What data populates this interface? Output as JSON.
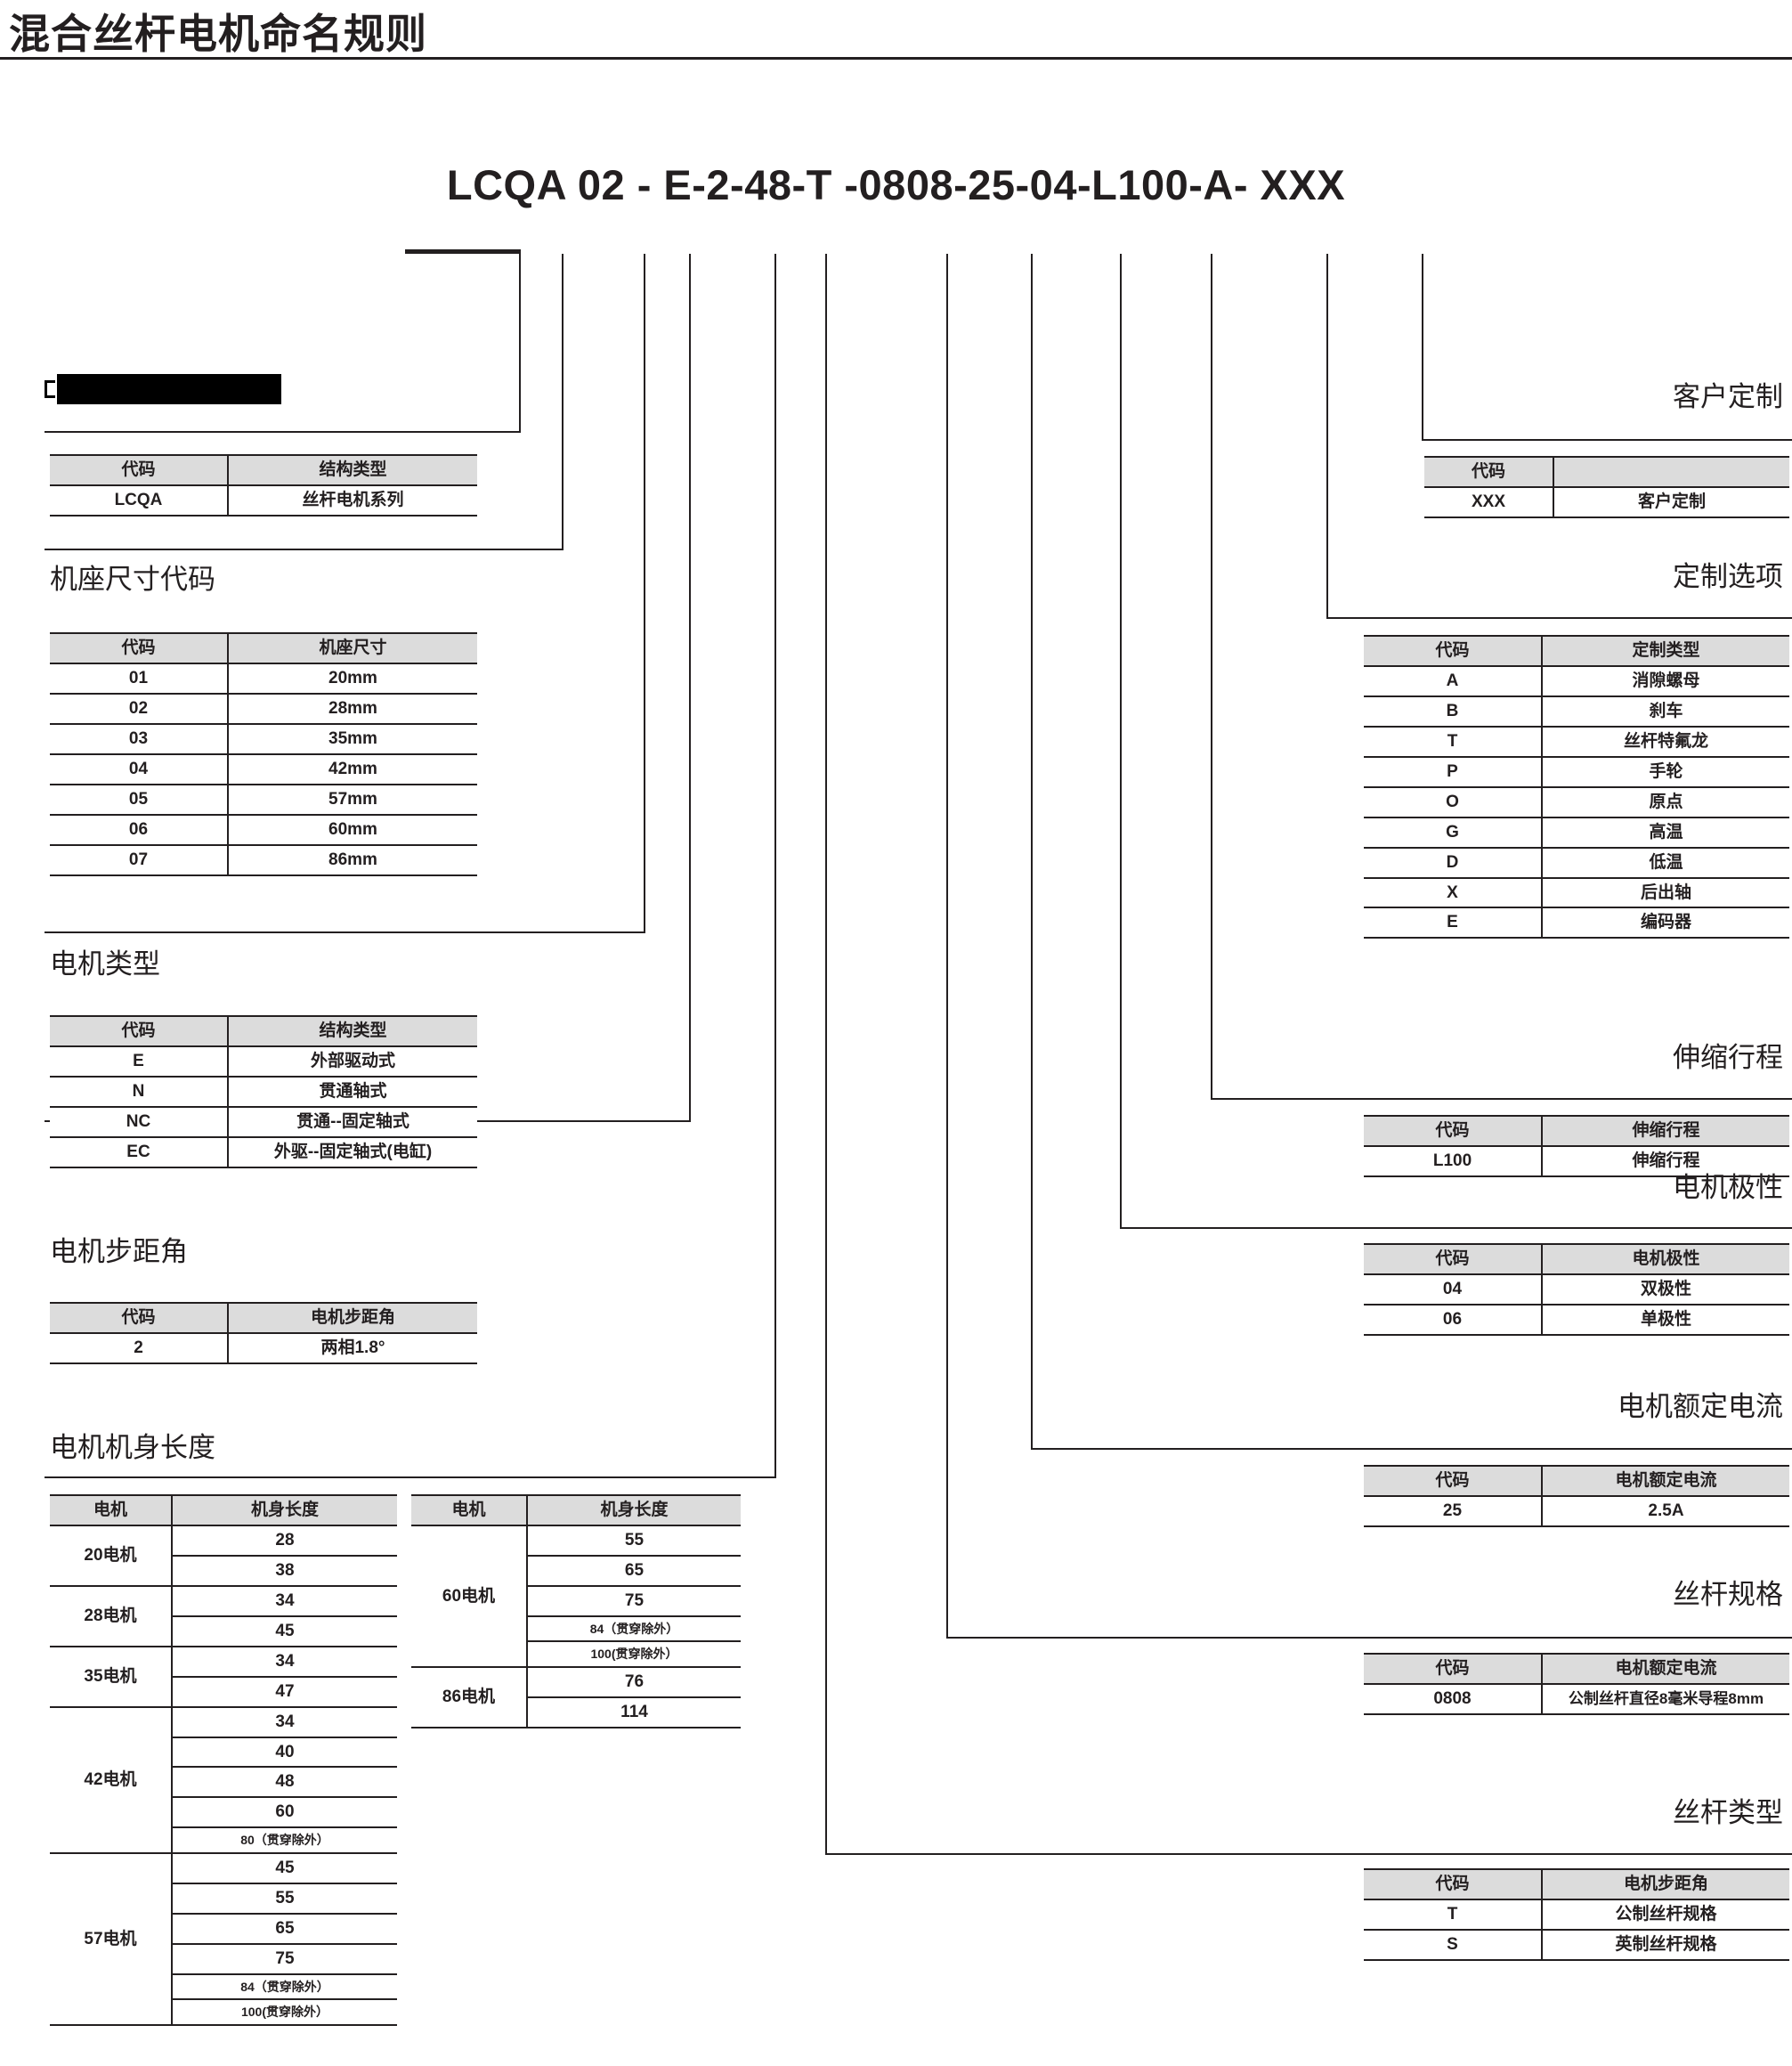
{
  "header": {
    "title": "混合丝杆电机命名规则"
  },
  "model_code": "LCQA 02 - E-2-48-T -0808-25-04-L100-A- XXX",
  "common": {
    "code_header": "代码",
    "redacted_label": ""
  },
  "left_sections": [
    {
      "id": "series",
      "heading": "",
      "headers": [
        "代码",
        "结构类型"
      ],
      "rows": [
        [
          "LCQA",
          "丝杆电机系列"
        ]
      ]
    },
    {
      "id": "frame-size",
      "heading": "机座尺寸代码",
      "headers": [
        "代码",
        "机座尺寸"
      ],
      "rows": [
        [
          "01",
          "20mm"
        ],
        [
          "02",
          "28mm"
        ],
        [
          "03",
          "35mm"
        ],
        [
          "04",
          "42mm"
        ],
        [
          "05",
          "57mm"
        ],
        [
          "06",
          "60mm"
        ],
        [
          "07",
          "86mm"
        ]
      ]
    },
    {
      "id": "motor-type",
      "heading": "电机类型",
      "headers": [
        "代码",
        "结构类型"
      ],
      "rows": [
        [
          "E",
          "外部驱动式"
        ],
        [
          "N",
          "贯通轴式"
        ],
        [
          "NC",
          "贯通--固定轴式"
        ],
        [
          "EC",
          "外驱--固定轴式(电缸)"
        ]
      ]
    },
    {
      "id": "step-angle",
      "heading": "电机步距角",
      "headers": [
        "代码",
        "电机步距角"
      ],
      "rows": [
        [
          "2",
          "两相1.8°"
        ]
      ]
    }
  ],
  "body_length": {
    "heading": "电机机身长度",
    "headers": [
      "电机",
      "机身长度"
    ],
    "table_a": [
      {
        "motor": "20电机",
        "lengths": [
          "28",
          "38"
        ]
      },
      {
        "motor": "28电机",
        "lengths": [
          "34",
          "45"
        ]
      },
      {
        "motor": "35电机",
        "lengths": [
          "34",
          "47"
        ]
      },
      {
        "motor": "42电机",
        "lengths": [
          "34",
          "40",
          "48",
          "60",
          "80（贯穿除外）"
        ]
      },
      {
        "motor": "57电机",
        "lengths": [
          "45",
          "55",
          "65",
          "75",
          "84（贯穿除外）",
          "100(贯穿除外）"
        ]
      }
    ],
    "table_b": [
      {
        "motor": "60电机",
        "lengths": [
          "55",
          "65",
          "75",
          "84（贯穿除外）",
          "100(贯穿除外）"
        ]
      },
      {
        "motor": "86电机",
        "lengths": [
          "76",
          "114"
        ]
      }
    ]
  },
  "right_sections": [
    {
      "id": "customer-custom",
      "heading": "客户定制",
      "headers": [
        "代码",
        ""
      ],
      "rows": [
        [
          "XXX",
          "客户定制"
        ]
      ]
    },
    {
      "id": "custom-options",
      "heading": "定制选项",
      "headers": [
        "代码",
        "定制类型"
      ],
      "rows": [
        [
          "A",
          "消隙螺母"
        ],
        [
          "B",
          "刹车"
        ],
        [
          "T",
          "丝杆特氟龙"
        ],
        [
          "P",
          "手轮"
        ],
        [
          "O",
          "原点"
        ],
        [
          "G",
          "高温"
        ],
        [
          "D",
          "低温"
        ],
        [
          "X",
          "后出轴"
        ],
        [
          "E",
          "编码器"
        ]
      ]
    },
    {
      "id": "stroke",
      "heading": "伸缩行程",
      "headers": [
        "代码",
        "伸缩行程"
      ],
      "rows": [
        [
          "L100",
          "伸缩行程"
        ]
      ]
    },
    {
      "id": "polarity",
      "heading": "电机极性",
      "headers": [
        "代码",
        "电机极性"
      ],
      "rows": [
        [
          "04",
          "双极性"
        ],
        [
          "06",
          "单极性"
        ]
      ]
    },
    {
      "id": "rated-current",
      "heading": "电机额定电流",
      "headers": [
        "代码",
        "电机额定电流"
      ],
      "rows": [
        [
          "25",
          "2.5A"
        ]
      ]
    },
    {
      "id": "screw-spec",
      "heading": "丝杆规格",
      "headers": [
        "代码",
        "电机额定电流"
      ],
      "rows": [
        [
          "0808",
          "公制丝杆直径8毫米导程8mm"
        ]
      ]
    },
    {
      "id": "screw-type",
      "heading": "丝杆类型",
      "headers": [
        "代码",
        "电机步距角"
      ],
      "rows": [
        [
          "T",
          "公制丝杆规格"
        ],
        [
          "S",
          "英制丝杆规格"
        ]
      ]
    }
  ],
  "colors": {
    "ink": "#231f20",
    "header_fill": "#dcdcdc",
    "rule": "#231f20"
  }
}
